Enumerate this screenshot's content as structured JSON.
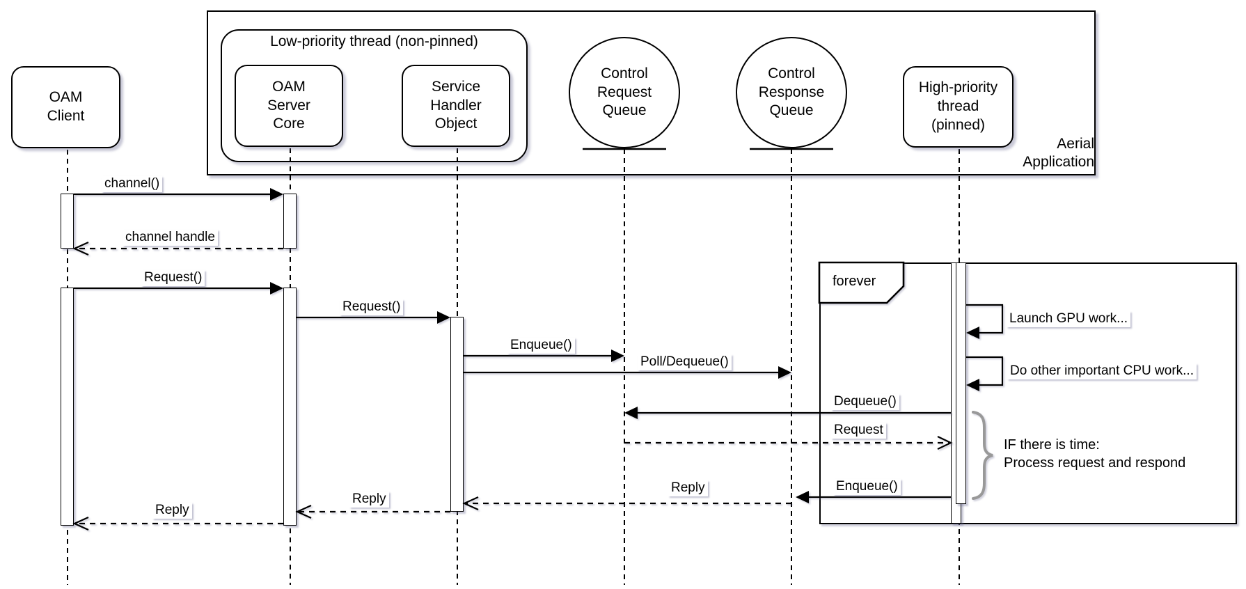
{
  "participants": {
    "oam_client": "OAM\nClient",
    "oam_server_core": "OAM\nServer\nCore",
    "service_handler": "Service\nHandler\nObject",
    "control_request_queue": "Control\nRequest\nQueue",
    "control_response_queue": "Control\nResponse\nQueue",
    "high_priority_thread": "High-priority\nthread\n(pinned)"
  },
  "groups": {
    "low_priority_thread": "Low-priority thread (non-pinned)",
    "aerial_application": "Aerial\nApplication"
  },
  "loop_frame": {
    "label": "forever"
  },
  "messages": {
    "channel": "channel()",
    "channel_handle": "channel handle",
    "request1": "Request()",
    "request2": "Request()",
    "enqueue1": "Enqueue()",
    "poll_dequeue": "Poll/Dequeue()",
    "launch_gpu": "Launch GPU work...",
    "cpu_work": "Do other important CPU work...",
    "dequeue": "Dequeue()",
    "request_deliver": "Request",
    "enqueue2": "Enqueue()",
    "reply_to_handler": "Reply",
    "reply_to_core": "Reply",
    "reply_to_client": "Reply"
  },
  "annotation": {
    "if_note": "IF there is time:\nProcess request and respond"
  },
  "colors": {
    "stroke": "#000000",
    "brace": "#999999",
    "label_background": "#ffffff"
  }
}
